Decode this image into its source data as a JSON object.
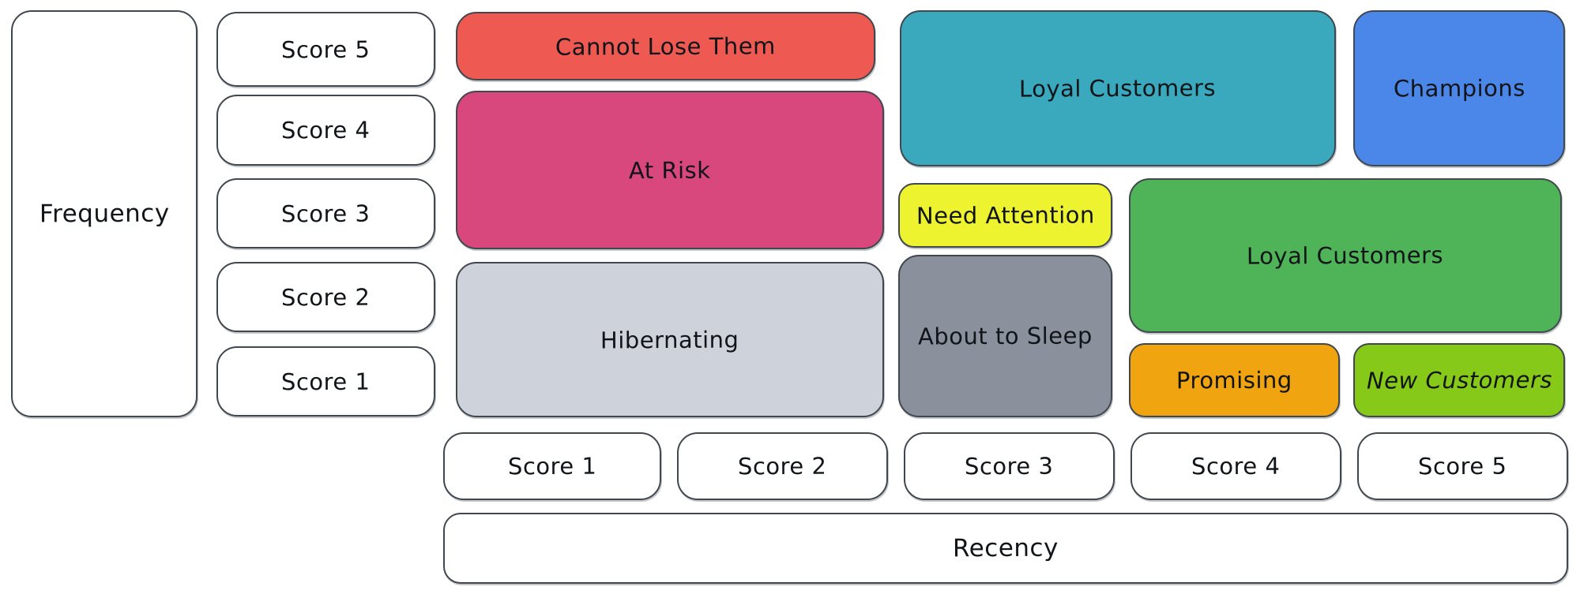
{
  "y_axis": {
    "label": "Frequency",
    "scores": [
      "Score 5",
      "Score 4",
      "Score 3",
      "Score 2",
      "Score 1"
    ]
  },
  "x_axis": {
    "label": "Recency",
    "scores": [
      "Score 1",
      "Score 2",
      "Score 3",
      "Score 4",
      "Score 5"
    ]
  },
  "segments": {
    "cannot_lose_them": {
      "label": "Cannot Lose Them",
      "color": "#ee5a52"
    },
    "at_risk": {
      "label": "At Risk",
      "color": "#d9487d"
    },
    "hibernating": {
      "label": "Hibernating",
      "color": "#ced3db"
    },
    "loyal_customers_top": {
      "label": "Loyal Customers",
      "color": "#3aa9bd"
    },
    "champions": {
      "label": "Champions",
      "color": "#4a87e8"
    },
    "need_attention": {
      "label": "Need Attention",
      "color": "#edf32e"
    },
    "about_to_sleep": {
      "label": "About to Sleep",
      "color": "#8a919c"
    },
    "loyal_customers_mid": {
      "label": "Loyal Customers",
      "color": "#4fb457"
    },
    "promising": {
      "label": "Promising",
      "color": "#f0a40f"
    },
    "new_customers": {
      "label": "New Customers",
      "color": "#87c918"
    }
  }
}
